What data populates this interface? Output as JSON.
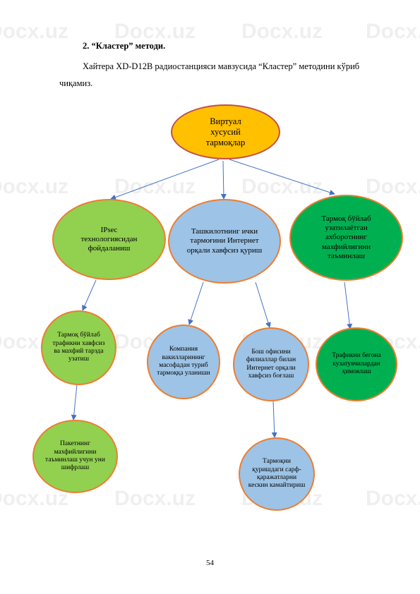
{
  "document": {
    "heading": "2. “Кластер” методи.",
    "intro": "Хайтера XD-D12B радиостанцияси  мавзусида “Кластер” методини кўриб чиқамиз.",
    "page_number": "54"
  },
  "watermark": {
    "text": "Docx.uz"
  },
  "cluster": {
    "root": "Виртуал хусусий тармоқлар",
    "ipsec": "IPsec технологиясидан фойдаланиш",
    "internet": "Ташкилотнинг ички тармоғини Интернет орқали хавфсиз қуриш",
    "privacy": "Тармоқ бўйлаб узатилаётган ахборотнинг махфийлигини таъминлаш",
    "traffic_private": "Тармоқ бўйлаб трафикни хавфсиз ва махфий тарзда узатиш",
    "packet_encrypt": "Пакетнинг махфийлигини таъминлаш учун уни шифрлаш",
    "remote_staff": "Компания вакилларининг масофадан туриб тармоққа уланиши",
    "branch_offices": "Бош офисини филиаллар билан Интернет орқали хавфсиз боғлаш",
    "cost_reduction": "Тармоқни қуришдаги сарф-қаражатларни кескин камайтириш",
    "outsiders": "Трафикни бегона кузатувчилардан ҳимоялаш"
  },
  "colors": {
    "root_fill": "#ffc000",
    "light_green": "#92d050",
    "light_blue": "#9dc3e6",
    "dark_green": "#00b050",
    "node_border": "#ed7d31",
    "connector": "#4472c4"
  }
}
